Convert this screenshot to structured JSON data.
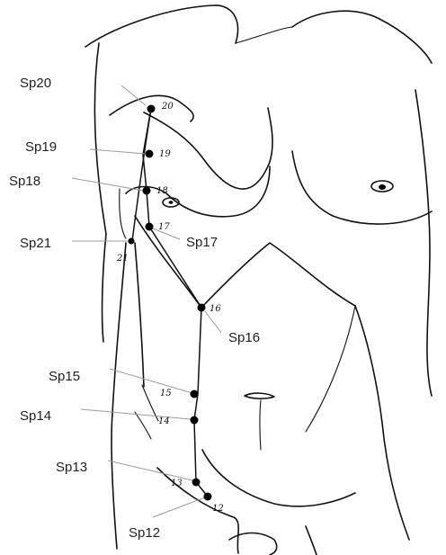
{
  "diagram": {
    "points": [
      {
        "id": "sp20",
        "label": "Sp20",
        "number": "20"
      },
      {
        "id": "sp19",
        "label": "Sp19",
        "number": "19"
      },
      {
        "id": "sp18",
        "label": "Sp18",
        "number": "18"
      },
      {
        "id": "sp17",
        "label": "Sp17",
        "number": "17"
      },
      {
        "id": "sp21",
        "label": "Sp21",
        "number": "21"
      },
      {
        "id": "sp16",
        "label": "Sp16",
        "number": "16"
      },
      {
        "id": "sp15",
        "label": "Sp15",
        "number": "15"
      },
      {
        "id": "sp14",
        "label": "Sp14",
        "number": "14"
      },
      {
        "id": "sp13",
        "label": "Sp13",
        "number": "13"
      },
      {
        "id": "sp12",
        "label": "Sp12",
        "number": "12"
      }
    ],
    "colors": {
      "ink": "#111111",
      "leader": "#9a9a9a",
      "background": "#ffffff"
    }
  }
}
